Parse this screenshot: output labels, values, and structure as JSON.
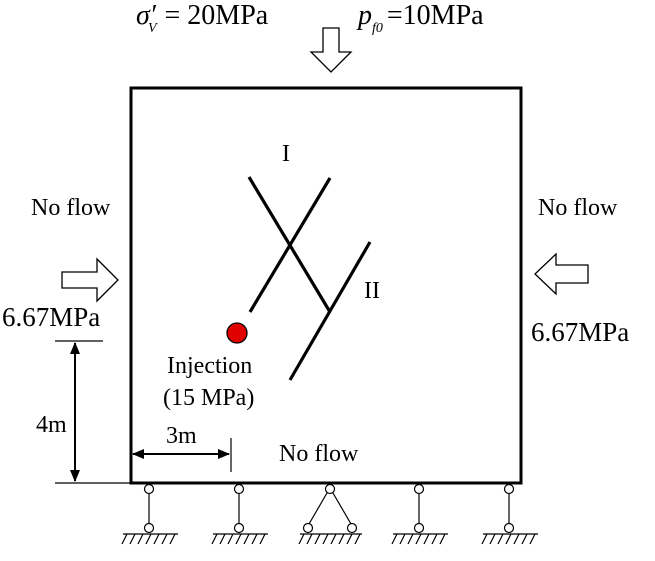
{
  "loads": {
    "vertical_stress_symbol": "σ′",
    "vertical_stress_subscript": "V",
    "vertical_stress_value": "= 20MPa",
    "pore_pressure_symbol": "p",
    "pore_pressure_subscript": "f0",
    "pore_pressure_value": "=10MPa",
    "left_horizontal_stress": "6.67MPa",
    "right_horizontal_stress": "6.67MPa"
  },
  "boundaries": {
    "left": "No flow",
    "right": "No flow",
    "bottom": "No flow"
  },
  "fractures": {
    "set_one": "I",
    "set_two": "II"
  },
  "injection": {
    "label": "Injection",
    "pressure": "(15 MPa)",
    "marker_color": "#e00000"
  },
  "dimensions": {
    "vertical": "4m",
    "horizontal": "3m"
  }
}
